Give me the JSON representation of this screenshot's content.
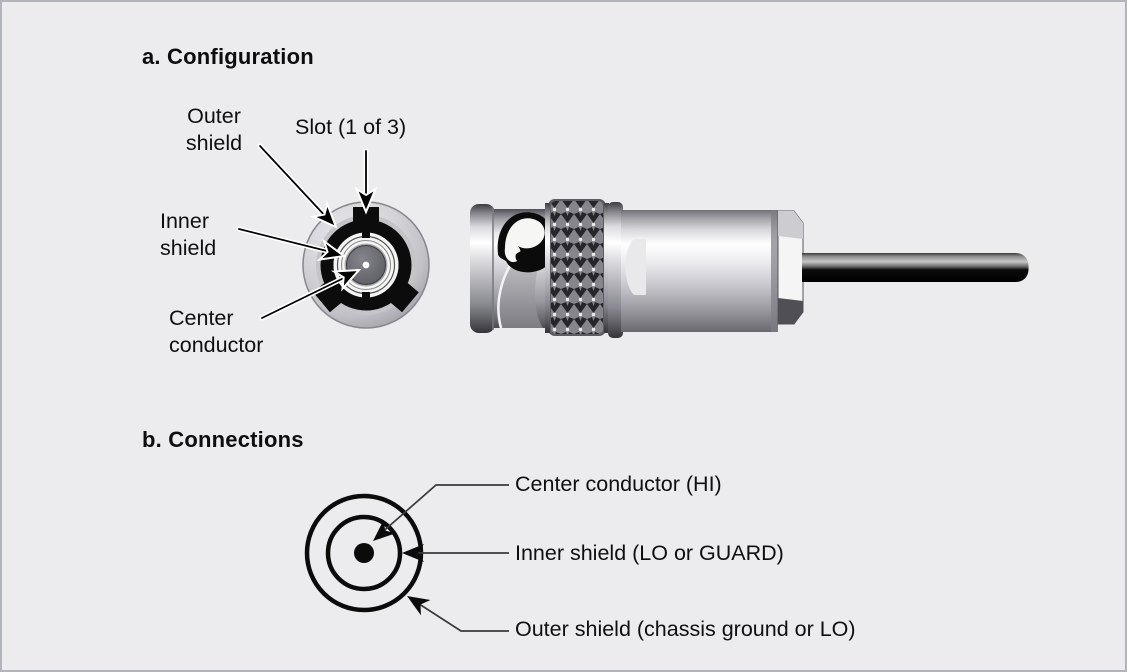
{
  "colors": {
    "background": "#ececee",
    "border": "#b3b3ba",
    "text": "#0f0f0f",
    "line": "#000000"
  },
  "section_a": {
    "title": "a. Configuration",
    "callouts": {
      "outer_shield": {
        "line1": "Outer",
        "line2": "shield"
      },
      "slot": {
        "text": "Slot (1 of 3)"
      },
      "inner_shield": {
        "line1": "Inner",
        "line2": "shield"
      },
      "center_conductor": {
        "line1": "Center",
        "line2": "conductor"
      }
    }
  },
  "section_b": {
    "title": "b. Connections",
    "callouts": {
      "center_conductor": "Center conductor (HI)",
      "inner_shield": "Inner shield (LO or GUARD)",
      "outer_shield": "Outer shield (chassis ground or LO)"
    }
  }
}
